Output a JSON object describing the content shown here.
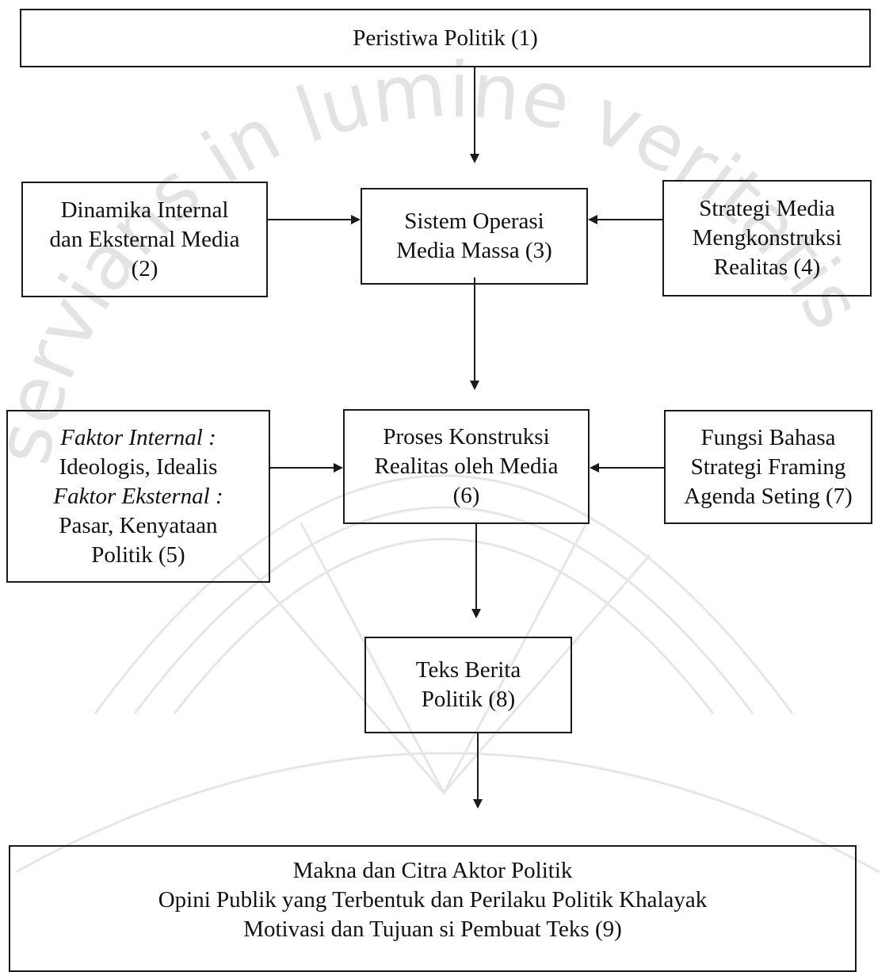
{
  "diagram": {
    "watermark": {
      "motto": "servians in lumine veritatis",
      "color": "#d9d9d9"
    },
    "nodes": {
      "peristiwa_politik": {
        "lines": [
          "Peristiwa Politik (1)"
        ]
      },
      "dinamika_media": {
        "lines": [
          "Dinamika Internal",
          "dan Eksternal Media",
          "(2)"
        ]
      },
      "sistem_operasi": {
        "lines": [
          "Sistem Operasi",
          "Media Massa (3)"
        ]
      },
      "strategi_media": {
        "lines": [
          "Strategi Media",
          "Mengkonstruksi",
          "Realitas (4)"
        ]
      },
      "faktor": {
        "internal_label": "Faktor Internal :",
        "internal_value": "Ideologis, Idealis",
        "eksternal_label": "Faktor Eksternal :",
        "eksternal_value_1": "Pasar, Kenyataan",
        "eksternal_value_2": "Politik (5)"
      },
      "proses_konstruksi": {
        "lines": [
          "Proses Konstruksi",
          "Realitas oleh Media",
          "(6)"
        ]
      },
      "fungsi_bahasa": {
        "lines": [
          "Fungsi Bahasa",
          "Strategi Framing",
          "Agenda Seting (7)"
        ]
      },
      "teks_berita": {
        "lines": [
          "Teks Berita",
          "Politik (8)"
        ]
      },
      "makna_citra": {
        "lines": [
          "Makna dan Citra Aktor Politik",
          "Opini Publik yang Terbentuk dan Perilaku Politik Khalayak",
          "Motivasi dan Tujuan si Pembuat Teks (9)"
        ]
      }
    },
    "edges": [
      {
        "from": "peristiwa_politik",
        "to": "sistem_operasi"
      },
      {
        "from": "dinamika_media",
        "to": "sistem_operasi"
      },
      {
        "from": "strategi_media",
        "to": "sistem_operasi"
      },
      {
        "from": "sistem_operasi",
        "to": "proses_konstruksi"
      },
      {
        "from": "faktor",
        "to": "proses_konstruksi"
      },
      {
        "from": "fungsi_bahasa",
        "to": "proses_konstruksi"
      },
      {
        "from": "proses_konstruksi",
        "to": "teks_berita"
      },
      {
        "from": "teks_berita",
        "to": "makna_citra"
      }
    ],
    "line_color": "#1a1a1a"
  }
}
